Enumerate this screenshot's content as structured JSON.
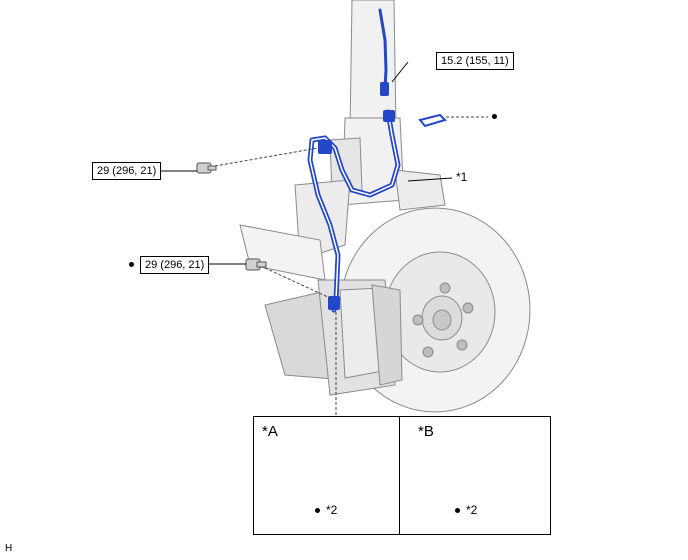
{
  "callouts": {
    "hose_union_torque": "15.2 (155, 11)",
    "upper_bolt_torque": "29 (296, 21)",
    "lower_bolt_torque": "29 (296, 21)"
  },
  "labels": {
    "part1": "*1",
    "detail_a": "*A",
    "detail_b": "*B",
    "detail_a_item": "*2",
    "detail_b_item": "*2",
    "corner_mark": "H"
  },
  "colors": {
    "hose": "#2446c9",
    "part_outline": "#808080",
    "part_fill": "#ececec"
  }
}
